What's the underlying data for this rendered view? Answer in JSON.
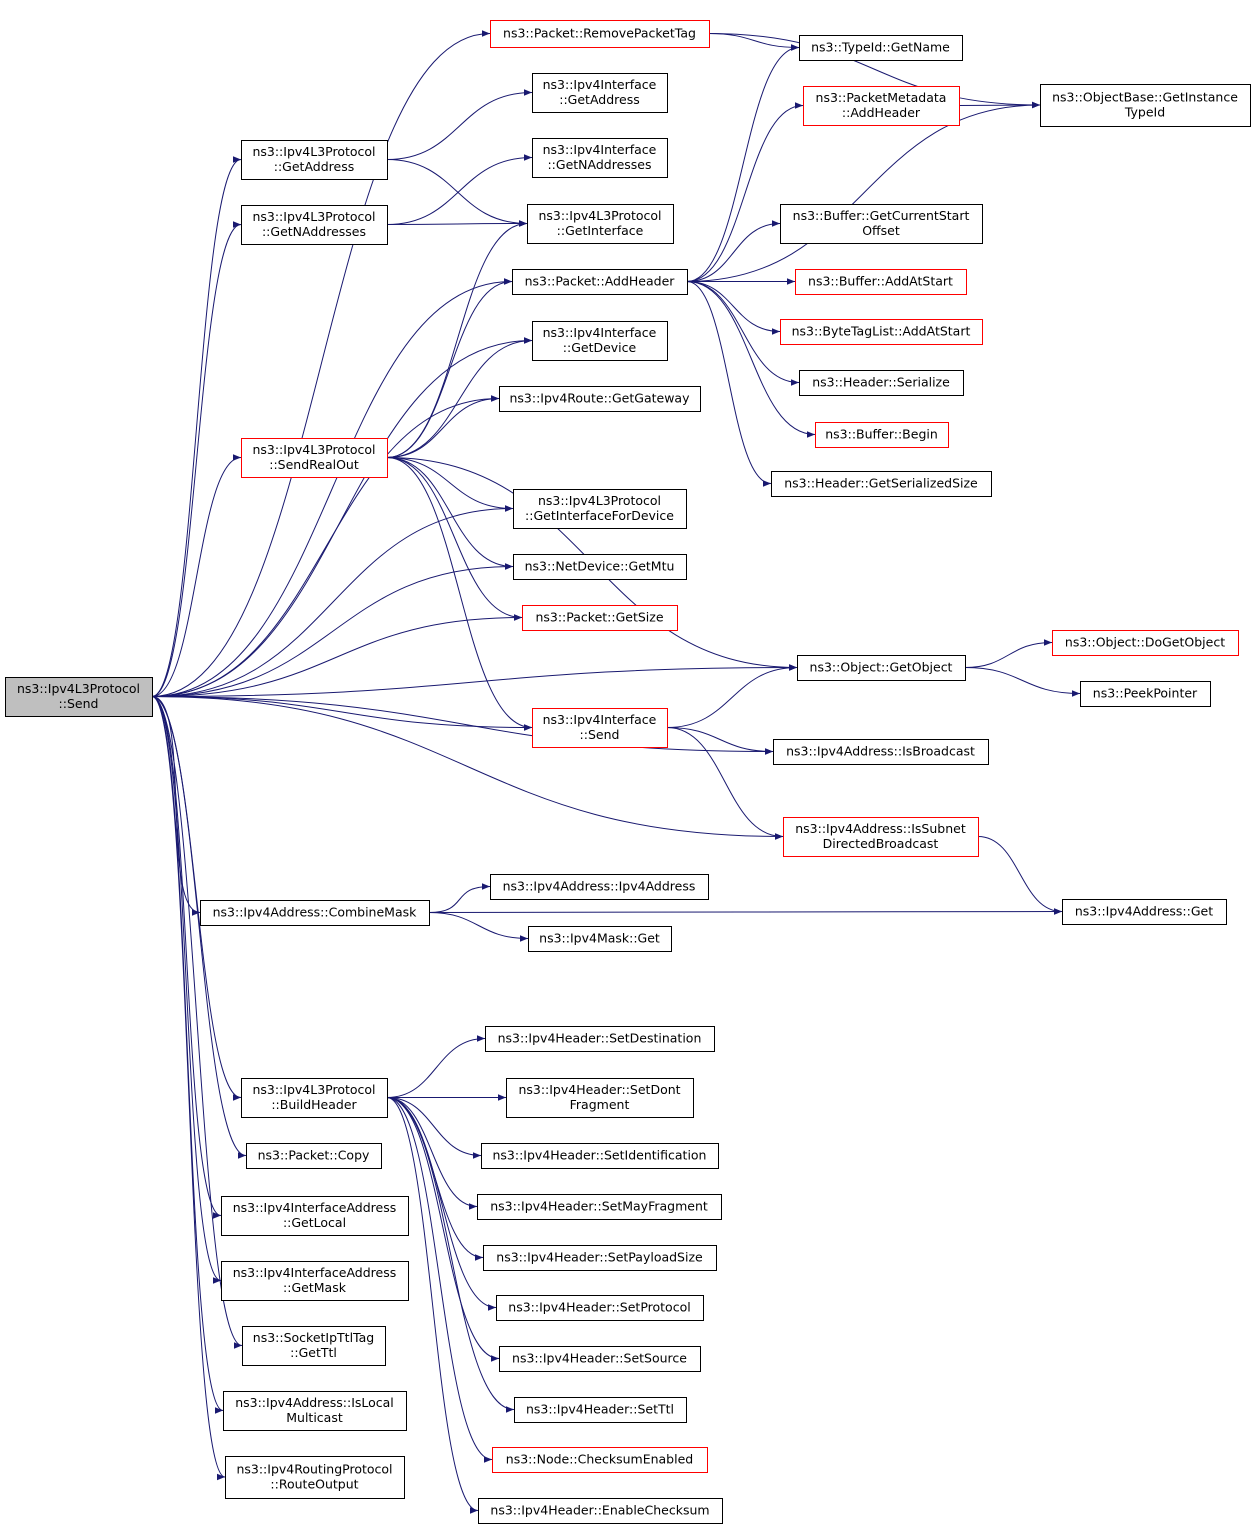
{
  "colors": {
    "edge": "#191970",
    "node_border": "#000000",
    "truncated_border": "#ff0000",
    "root_fill": "#bfbfbf"
  },
  "nodes": [
    {
      "id": "send",
      "lines": [
        "ns3::Ipv4L3Protocol",
        "::Send"
      ],
      "root": true
    },
    {
      "id": "removePacketTag",
      "lines": [
        "ns3::Packet::RemovePacketTag"
      ],
      "truncated": true
    },
    {
      "id": "typeIdGetName",
      "lines": [
        "ns3::TypeId::GetName"
      ]
    },
    {
      "id": "objectBaseGetInstanceTypeId",
      "lines": [
        "ns3::ObjectBase::GetInstance",
        "TypeId"
      ]
    },
    {
      "id": "ipv4IfGetAddress",
      "lines": [
        "ns3::Ipv4Interface",
        "::GetAddress"
      ]
    },
    {
      "id": "packetMetadataAddHeader",
      "lines": [
        "ns3::PacketMetadata",
        "::AddHeader"
      ],
      "truncated": true
    },
    {
      "id": "l3GetAddress",
      "lines": [
        "ns3::Ipv4L3Protocol",
        "::GetAddress"
      ]
    },
    {
      "id": "ipv4IfGetNAddresses",
      "lines": [
        "ns3::Ipv4Interface",
        "::GetNAddresses"
      ]
    },
    {
      "id": "l3GetNAddresses",
      "lines": [
        "ns3::Ipv4L3Protocol",
        "::GetNAddresses"
      ]
    },
    {
      "id": "l3GetInterface",
      "lines": [
        "ns3::Ipv4L3Protocol",
        "::GetInterface"
      ]
    },
    {
      "id": "bufferGetCurrentStartOffset",
      "lines": [
        "ns3::Buffer::GetCurrentStart",
        "Offset"
      ]
    },
    {
      "id": "packetAddHeader",
      "lines": [
        "ns3::Packet::AddHeader"
      ]
    },
    {
      "id": "bufferAddAtStart",
      "lines": [
        "ns3::Buffer::AddAtStart"
      ],
      "truncated": true
    },
    {
      "id": "byteTagListAddAtStart",
      "lines": [
        "ns3::ByteTagList::AddAtStart"
      ],
      "truncated": true
    },
    {
      "id": "ipv4IfGetDevice",
      "lines": [
        "ns3::Ipv4Interface",
        "::GetDevice"
      ]
    },
    {
      "id": "headerSerialize",
      "lines": [
        "ns3::Header::Serialize"
      ]
    },
    {
      "id": "ipv4RouteGetGateway",
      "lines": [
        "ns3::Ipv4Route::GetGateway"
      ]
    },
    {
      "id": "bufferBegin",
      "lines": [
        "ns3::Buffer::Begin"
      ],
      "truncated": true
    },
    {
      "id": "l3SendRealOut",
      "lines": [
        "ns3::Ipv4L3Protocol",
        "::SendRealOut"
      ],
      "truncated": true
    },
    {
      "id": "headerGetSerializedSize",
      "lines": [
        "ns3::Header::GetSerializedSize"
      ]
    },
    {
      "id": "l3GetInterfaceForDevice",
      "lines": [
        "ns3::Ipv4L3Protocol",
        "::GetInterfaceForDevice"
      ]
    },
    {
      "id": "netDeviceGetMtu",
      "lines": [
        "ns3::NetDevice::GetMtu"
      ]
    },
    {
      "id": "packetGetSize",
      "lines": [
        "ns3::Packet::GetSize"
      ],
      "truncated": true
    },
    {
      "id": "objectDoGetObject",
      "lines": [
        "ns3::Object::DoGetObject"
      ],
      "truncated": true
    },
    {
      "id": "objectGetObject",
      "lines": [
        "ns3::Object::GetObject"
      ]
    },
    {
      "id": "peekPointer",
      "lines": [
        "ns3::PeekPointer"
      ]
    },
    {
      "id": "ipv4IfSend",
      "lines": [
        "ns3::Ipv4Interface",
        "::Send"
      ],
      "truncated": true
    },
    {
      "id": "ipv4AddrIsBroadcast",
      "lines": [
        "ns3::Ipv4Address::IsBroadcast"
      ]
    },
    {
      "id": "ipv4AddrIsSubnetDirectedBroadcast",
      "lines": [
        "ns3::Ipv4Address::IsSubnet",
        "DirectedBroadcast"
      ],
      "truncated": true
    },
    {
      "id": "ipv4AddrIpv4Address",
      "lines": [
        "ns3::Ipv4Address::Ipv4Address"
      ]
    },
    {
      "id": "ipv4AddrCombineMask",
      "lines": [
        "ns3::Ipv4Address::CombineMask"
      ]
    },
    {
      "id": "ipv4AddrGet",
      "lines": [
        "ns3::Ipv4Address::Get"
      ]
    },
    {
      "id": "ipv4MaskGet",
      "lines": [
        "ns3::Ipv4Mask::Get"
      ]
    },
    {
      "id": "hdrSetDestination",
      "lines": [
        "ns3::Ipv4Header::SetDestination"
      ]
    },
    {
      "id": "l3BuildHeader",
      "lines": [
        "ns3::Ipv4L3Protocol",
        "::BuildHeader"
      ]
    },
    {
      "id": "hdrSetDontFragment",
      "lines": [
        "ns3::Ipv4Header::SetDont",
        "Fragment"
      ]
    },
    {
      "id": "packetCopy",
      "lines": [
        "ns3::Packet::Copy"
      ]
    },
    {
      "id": "hdrSetIdentification",
      "lines": [
        "ns3::Ipv4Header::SetIdentification"
      ]
    },
    {
      "id": "ifAddrGetLocal",
      "lines": [
        "ns3::Ipv4InterfaceAddress",
        "::GetLocal"
      ]
    },
    {
      "id": "hdrSetMayFragment",
      "lines": [
        "ns3::Ipv4Header::SetMayFragment"
      ]
    },
    {
      "id": "hdrSetPayloadSize",
      "lines": [
        "ns3::Ipv4Header::SetPayloadSize"
      ]
    },
    {
      "id": "ifAddrGetMask",
      "lines": [
        "ns3::Ipv4InterfaceAddress",
        "::GetMask"
      ]
    },
    {
      "id": "hdrSetProtocol",
      "lines": [
        "ns3::Ipv4Header::SetProtocol"
      ]
    },
    {
      "id": "socketIpTtlTagGetTtl",
      "lines": [
        "ns3::SocketIpTtlTag",
        "::GetTtl"
      ]
    },
    {
      "id": "hdrSetSource",
      "lines": [
        "ns3::Ipv4Header::SetSource"
      ]
    },
    {
      "id": "ipv4AddrIsLocalMulticast",
      "lines": [
        "ns3::Ipv4Address::IsLocal",
        "Multicast"
      ]
    },
    {
      "id": "hdrSetTtl",
      "lines": [
        "ns3::Ipv4Header::SetTtl"
      ]
    },
    {
      "id": "nodeChecksumEnabled",
      "lines": [
        "ns3::Node::ChecksumEnabled"
      ],
      "truncated": true
    },
    {
      "id": "routingProtocolRouteOutput",
      "lines": [
        "ns3::Ipv4RoutingProtocol",
        "::RouteOutput"
      ]
    },
    {
      "id": "hdrEnableChecksum",
      "lines": [
        "ns3::Ipv4Header::EnableChecksum"
      ]
    }
  ],
  "edges": [
    [
      "send",
      "removePacketTag"
    ],
    [
      "send",
      "l3GetAddress"
    ],
    [
      "send",
      "l3GetNAddresses"
    ],
    [
      "send",
      "packetAddHeader"
    ],
    [
      "send",
      "ipv4IfGetDevice"
    ],
    [
      "send",
      "ipv4RouteGetGateway"
    ],
    [
      "send",
      "l3SendRealOut"
    ],
    [
      "send",
      "l3GetInterfaceForDevice"
    ],
    [
      "send",
      "netDeviceGetMtu"
    ],
    [
      "send",
      "packetGetSize"
    ],
    [
      "send",
      "objectGetObject"
    ],
    [
      "send",
      "ipv4IfSend"
    ],
    [
      "send",
      "ipv4AddrIsBroadcast"
    ],
    [
      "send",
      "ipv4AddrIsSubnetDirectedBroadcast"
    ],
    [
      "send",
      "ipv4AddrCombineMask"
    ],
    [
      "send",
      "l3BuildHeader"
    ],
    [
      "send",
      "packetCopy"
    ],
    [
      "send",
      "ifAddrGetLocal"
    ],
    [
      "send",
      "ifAddrGetMask"
    ],
    [
      "send",
      "socketIpTtlTagGetTtl"
    ],
    [
      "send",
      "ipv4AddrIsLocalMulticast"
    ],
    [
      "send",
      "routingProtocolRouteOutput"
    ],
    [
      "removePacketTag",
      "typeIdGetName"
    ],
    [
      "removePacketTag",
      "objectBaseGetInstanceTypeId"
    ],
    [
      "l3GetAddress",
      "ipv4IfGetAddress"
    ],
    [
      "l3GetAddress",
      "l3GetInterface"
    ],
    [
      "l3GetNAddresses",
      "ipv4IfGetNAddresses"
    ],
    [
      "l3GetNAddresses",
      "l3GetInterface"
    ],
    [
      "packetAddHeader",
      "typeIdGetName"
    ],
    [
      "packetAddHeader",
      "packetMetadataAddHeader"
    ],
    [
      "packetAddHeader",
      "objectBaseGetInstanceTypeId"
    ],
    [
      "packetAddHeader",
      "bufferGetCurrentStartOffset"
    ],
    [
      "packetAddHeader",
      "bufferAddAtStart"
    ],
    [
      "packetAddHeader",
      "byteTagListAddAtStart"
    ],
    [
      "packetAddHeader",
      "headerSerialize"
    ],
    [
      "packetAddHeader",
      "bufferBegin"
    ],
    [
      "packetAddHeader",
      "headerGetSerializedSize"
    ],
    [
      "packetMetadataAddHeader",
      "objectBaseGetInstanceTypeId"
    ],
    [
      "l3SendRealOut",
      "l3GetInterface"
    ],
    [
      "l3SendRealOut",
      "packetAddHeader"
    ],
    [
      "l3SendRealOut",
      "ipv4IfGetDevice"
    ],
    [
      "l3SendRealOut",
      "ipv4RouteGetGateway"
    ],
    [
      "l3SendRealOut",
      "l3GetInterfaceForDevice"
    ],
    [
      "l3SendRealOut",
      "netDeviceGetMtu"
    ],
    [
      "l3SendRealOut",
      "packetGetSize"
    ],
    [
      "l3SendRealOut",
      "objectGetObject"
    ],
    [
      "l3SendRealOut",
      "ipv4IfSend"
    ],
    [
      "objectGetObject",
      "objectDoGetObject"
    ],
    [
      "objectGetObject",
      "peekPointer"
    ],
    [
      "ipv4IfSend",
      "objectGetObject"
    ],
    [
      "ipv4IfSend",
      "ipv4AddrIsBroadcast"
    ],
    [
      "ipv4IfSend",
      "ipv4AddrIsSubnetDirectedBroadcast"
    ],
    [
      "ipv4AddrIsSubnetDirectedBroadcast",
      "ipv4AddrGet"
    ],
    [
      "ipv4AddrCombineMask",
      "ipv4AddrIpv4Address"
    ],
    [
      "ipv4AddrCombineMask",
      "ipv4MaskGet"
    ],
    [
      "ipv4AddrCombineMask",
      "ipv4AddrGet"
    ],
    [
      "l3BuildHeader",
      "hdrSetDestination"
    ],
    [
      "l3BuildHeader",
      "hdrSetDontFragment"
    ],
    [
      "l3BuildHeader",
      "hdrSetIdentification"
    ],
    [
      "l3BuildHeader",
      "hdrSetMayFragment"
    ],
    [
      "l3BuildHeader",
      "hdrSetPayloadSize"
    ],
    [
      "l3BuildHeader",
      "hdrSetProtocol"
    ],
    [
      "l3BuildHeader",
      "hdrSetSource"
    ],
    [
      "l3BuildHeader",
      "hdrSetTtl"
    ],
    [
      "l3BuildHeader",
      "nodeChecksumEnabled"
    ],
    [
      "l3BuildHeader",
      "hdrEnableChecksum"
    ]
  ]
}
